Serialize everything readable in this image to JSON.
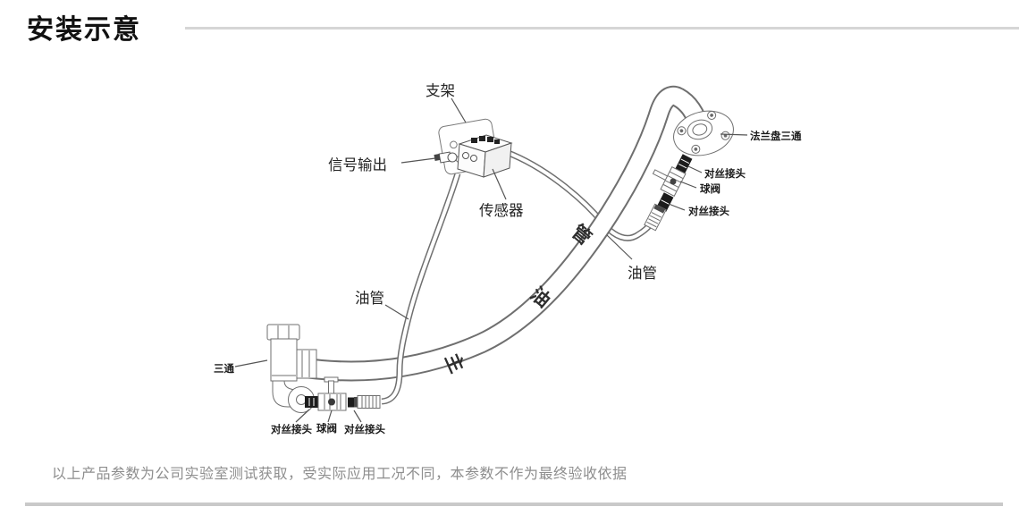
{
  "page": {
    "title": "安装示意",
    "note": "以上产品参数为公司实验室测试获取，受实际应用工况不同，本参数不作为最终验收依据"
  },
  "diagram": {
    "labels": {
      "bracket": "支架",
      "signal_output": "信号输出",
      "sensor": "传感器",
      "flange_tee": "法兰盘三通",
      "joint_top_1": "对丝接头",
      "valve_top": "球阀",
      "joint_top_2": "对丝接头",
      "oil_pipe_right": "油管",
      "oil_pipe_left": "油管",
      "tee": "三通",
      "joint_bottom_1": "对丝接头",
      "valve_bottom": "球阀",
      "joint_bottom_2": "对丝接头"
    },
    "main_pipe_text": {
      "char_top": "管",
      "char_middle": "油",
      "char_bottom": "主"
    },
    "colors": {
      "line": "#6f6f6f",
      "label": "#252525",
      "fitting_dark": "#1c1c1c",
      "note_gray": "#8e8e8e",
      "rule_gray": "#c9c9c9",
      "title_line": "#d6d6d6"
    }
  }
}
